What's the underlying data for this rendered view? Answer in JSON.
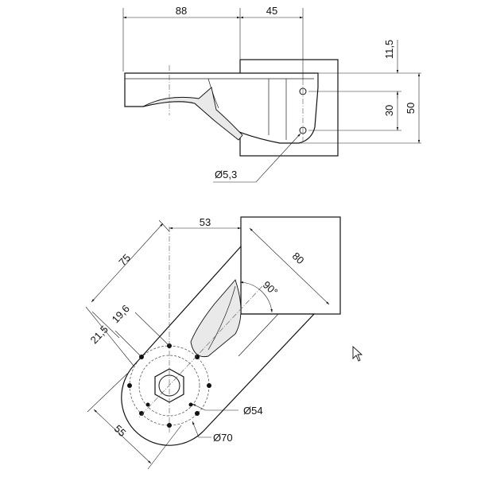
{
  "dimensions": {
    "width_88": "88",
    "width_45": "45",
    "height_11_5": "11,5",
    "height_30": "30",
    "height_50": "50",
    "hole_dia_5_3": "Ø5,3",
    "plate_53": "53",
    "length_75": "75",
    "plate_80": "80",
    "angle_90": "90°",
    "offset_21_5": "21,5",
    "offset_19_6": "19,6",
    "radius_55": "55",
    "bolt_circle_54": "Ø54",
    "bolt_circle_70": "Ø70"
  },
  "icons": {
    "cursor": "mouse-pointer-icon"
  }
}
